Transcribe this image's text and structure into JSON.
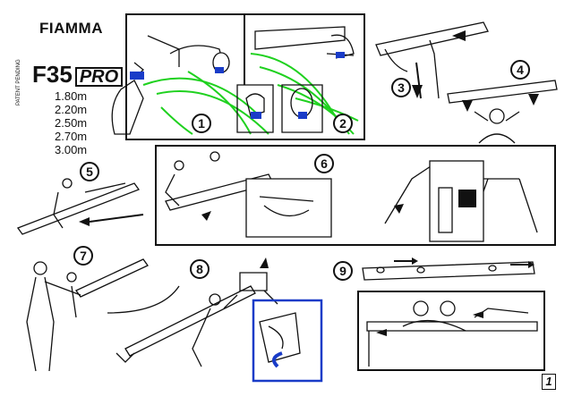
{
  "header": {
    "brand": "FIAMMA",
    "model": "F35",
    "model_suffix": "PRO",
    "patent": "PATENT PENDING",
    "sizes": [
      "1.80m",
      "2.20m",
      "2.50m",
      "2.70m",
      "3.00m"
    ]
  },
  "steps": [
    "1",
    "2",
    "3",
    "4",
    "5",
    "6",
    "7",
    "8",
    "9"
  ],
  "page_number": "1",
  "colors": {
    "accent_blue": "#1a3cc8",
    "accent_green": "#1fd11f",
    "line": "#111111"
  }
}
